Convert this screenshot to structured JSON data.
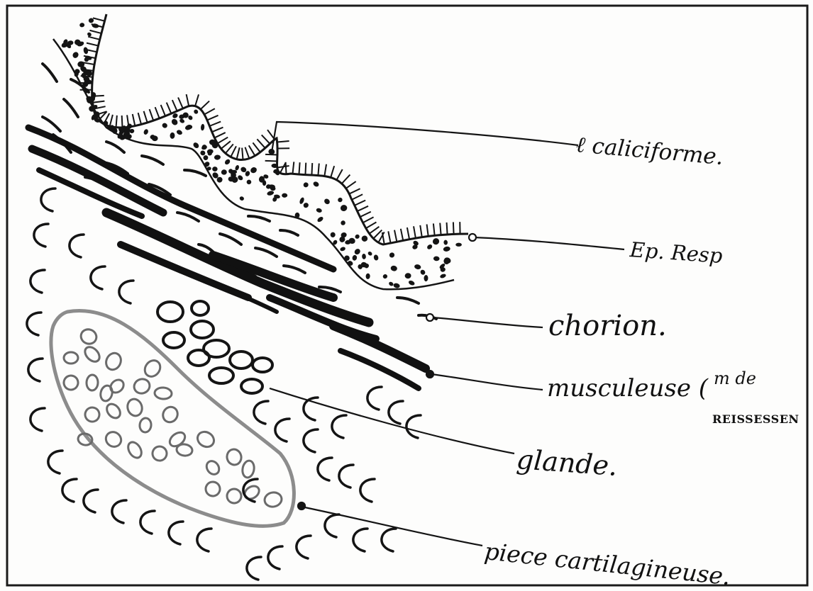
{
  "labels": {
    "caliciforme": "ℓ caliciforme.",
    "ep_resp": "Ep. Resp",
    "chorion": "chorion.",
    "musculeuse": "musculeuse (",
    "m_de": "m de",
    "reisseissen": "REISSESSEN",
    "glande": "glande.",
    "piece": "piece cartilagineuse."
  },
  "colors": {
    "ink": "#141414",
    "paper": "#fdfdfc",
    "cartilage_outline": "#8c8c8c",
    "cell_outline": "#6a6a6a"
  }
}
